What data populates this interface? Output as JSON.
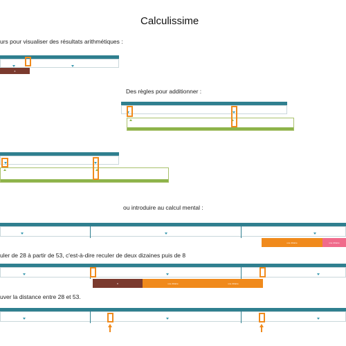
{
  "page": {
    "title": "Calculissime",
    "line1": "urs pour visualiser des résultats arithmétiques :",
    "line2": "Des règles pour additionner :",
    "line3": "ou introduire au calcul mental :",
    "line4": "uler de 28 à partir de 53, c'est-à-dire reculer de deux dizaines puis de 8",
    "line5": "uver la distance entre 28 et 53."
  },
  "segments": {
    "s1": "8",
    "s2": "une dizaine",
    "s3": "une dizaine",
    "s4": "8",
    "s5": "une dizaine",
    "s6": "une dizaine"
  },
  "colors": {
    "ruler_band": "#2f7f8f",
    "orange": "#f08a1c",
    "brown": "#7b3a2e",
    "pink": "#f06b8b",
    "green": "#8db34a"
  }
}
